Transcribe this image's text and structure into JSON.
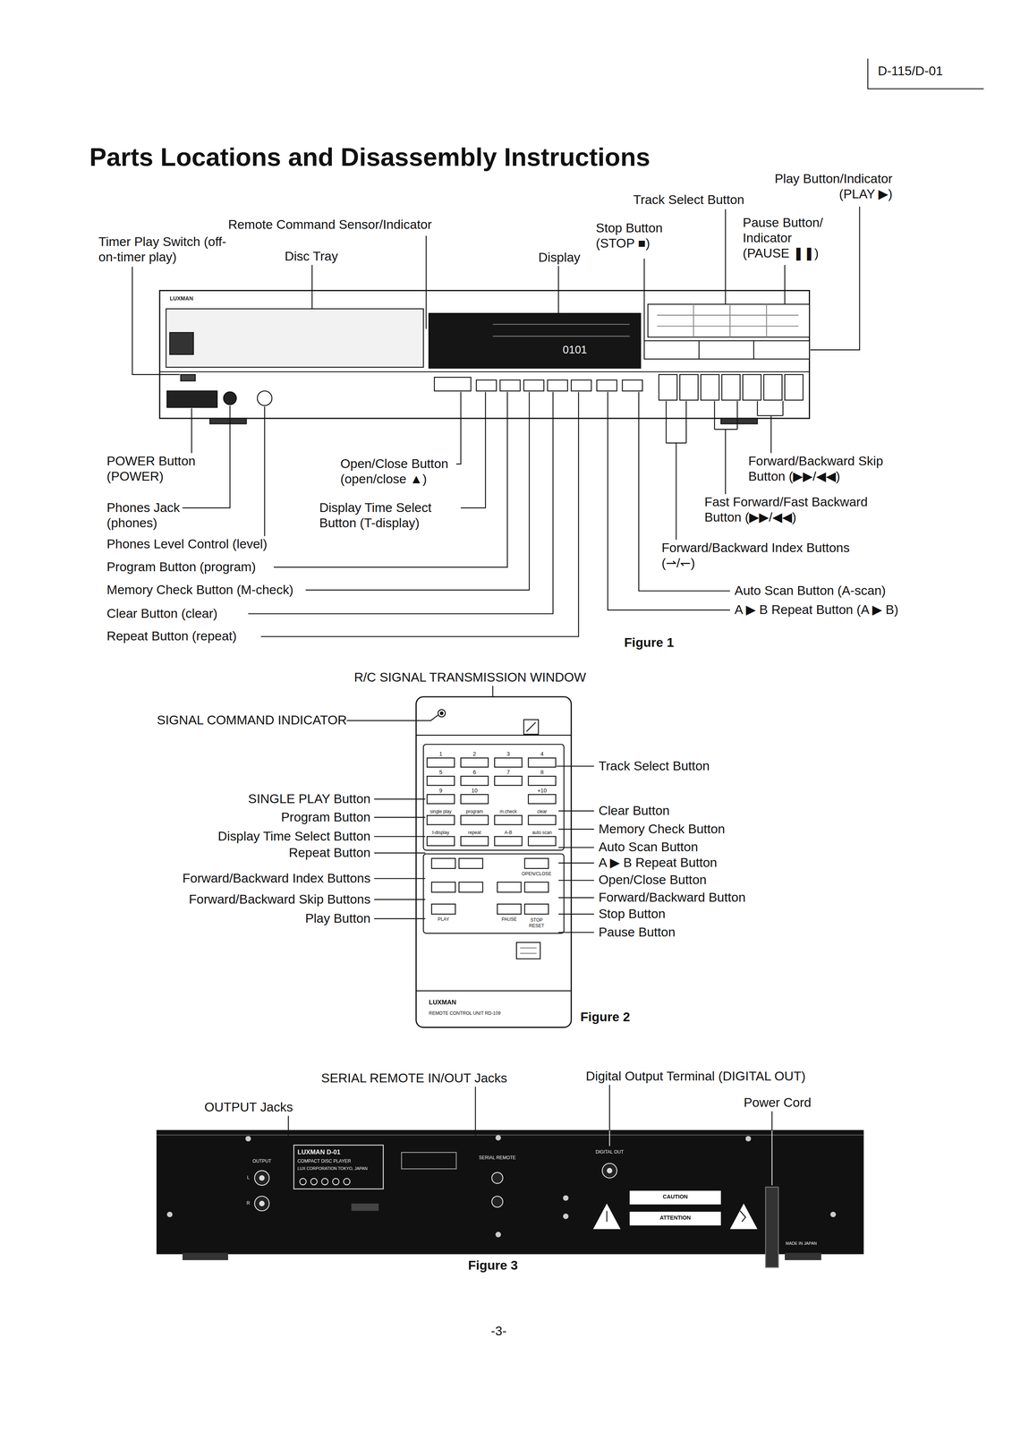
{
  "diagram": {
    "title": "Parts Locations and Disassembly Instructions",
    "labels": [
      "D-115/D-01",
      "Play Button/Indicator (PLAY ▶)",
      "Track Select Button",
      "Remote Command Sensor/Indicator",
      "Stop Button (STOP ■)",
      "Pause Button/ Indicator (PAUSE ❚❚)",
      "Timer Play Switch (off-on-timer play)",
      "Disc Tray",
      "Display",
      "LUXMAN",
      "0101",
      "POWER Button (POWER)",
      "Phones Jack (phones)",
      "Phones Level Control (level)",
      "Program Button (program)",
      "Memory Check Button (M-check)",
      "Clear Button (clear)",
      "Repeat Button (repeat)",
      "Open/Close Button (open/close ▲)",
      "Display Time Select Button (T-display)",
      "Forward/Backward Skip Button (▶▶/◀◀)",
      "Fast Forward/Fast Backward Button (▶▶/◀◀)",
      "Forward/Backward Index Buttons (⇀/↽)",
      "Auto Scan Button (A-scan)",
      "A ▶ B Repeat Button (A ▶ B)",
      "Figure 1",
      "R/C SIGNAL TRANSMISSION WINDOW",
      "SIGNAL COMMAND INDICATOR",
      "Track Select Button",
      "Clear Button",
      "Memory Check Button",
      "Auto Scan Button",
      "A ▶ B Repeat Button",
      "Open/Close Button",
      "Forward/Backward Button",
      "Stop Button",
      "Pause Button",
      "SINGLE PLAY Button",
      "Program Button",
      "Display Time Select Button",
      "Repeat Button",
      "Forward/Backward Index Buttons",
      "Forward/Backward Skip Buttons",
      "Play Button",
      "1",
      "2",
      "3",
      "4",
      "5",
      "6",
      "7",
      "8",
      "9",
      "10",
      "+10",
      "single play",
      "program",
      "m.check",
      "clear",
      "t-display",
      "repeat",
      "A-B",
      "auto scan",
      "OPEN/CLOSE",
      "PLAY",
      "PAUSE",
      "STOP RESET",
      "LUXMAN",
      "REMOTE CONTROL UNIT RD-109",
      "Figure 2",
      "SERIAL REMOTE IN/OUT Jacks",
      "Digital Output Terminal (DIGITAL OUT)",
      "OUTPUT Jacks",
      "Power Cord",
      "OUTPUT",
      "L",
      "R",
      "LUXMAN D-01",
      "COMPACT DISC PLAYER",
      "LUX CORPORATION TOKYO, JAPAN",
      "SERIAL REMOTE",
      "DIGITAL OUT",
      "CAUTION",
      "ATTENTION",
      "MADE IN JAPAN",
      "Figure 3",
      "-3-"
    ]
  }
}
